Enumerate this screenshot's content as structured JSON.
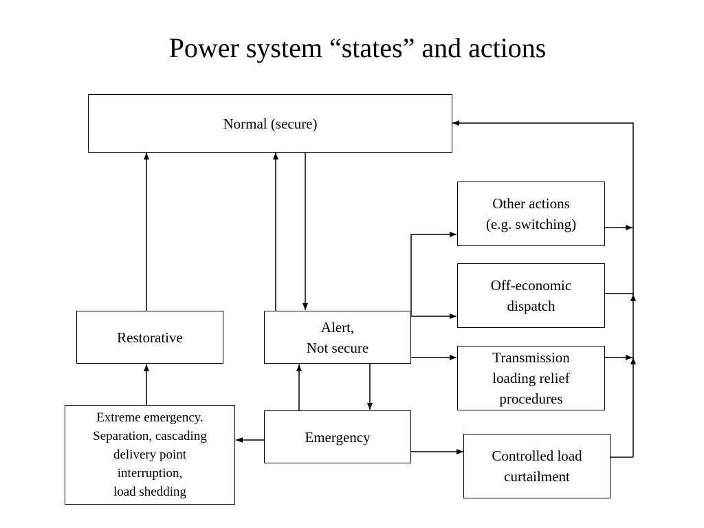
{
  "title": "Power system “states” and actions",
  "states": {
    "normal": "Normal (secure)",
    "alert": "Alert,\nNot secure",
    "emergency": "Emergency",
    "restorative": "Restorative",
    "extreme": "Extreme emergency.\nSeparation, cascading\ndelivery point\ninterruption,\nload shedding"
  },
  "actions": {
    "other": "Other actions\n(e.g. switching)",
    "off_economic": "Off-economic\ndispatch",
    "transmission": "Transmission\nloading relief\nprocedures",
    "controlled_load": "Controlled load\ncurtailment"
  }
}
